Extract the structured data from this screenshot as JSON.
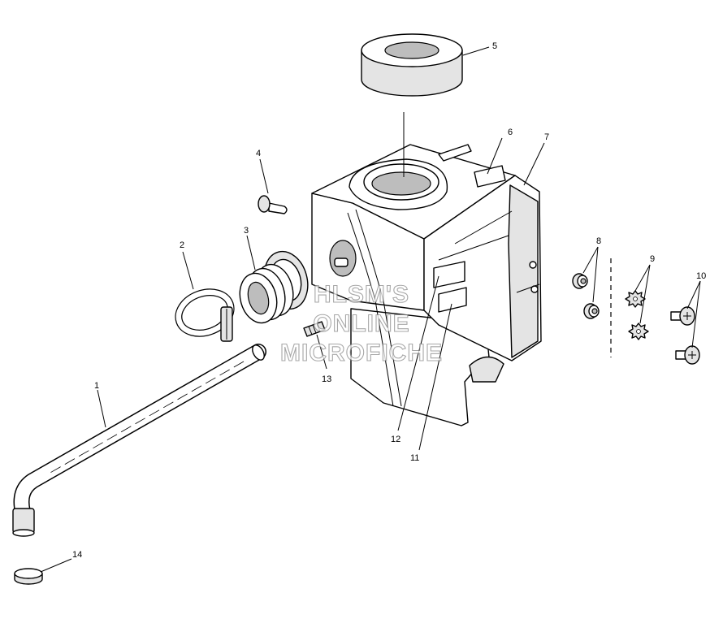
{
  "watermark": {
    "lines": [
      "HLSM'S",
      "ONLINE",
      "MICROFICHE"
    ]
  },
  "callouts": [
    "1",
    "2",
    "3",
    "4",
    "5",
    "6",
    "7",
    "8",
    "9",
    "10",
    "11",
    "12",
    "13",
    "14"
  ],
  "icons": {
    "diagram": "exploded-parts-diagram-airbox"
  }
}
